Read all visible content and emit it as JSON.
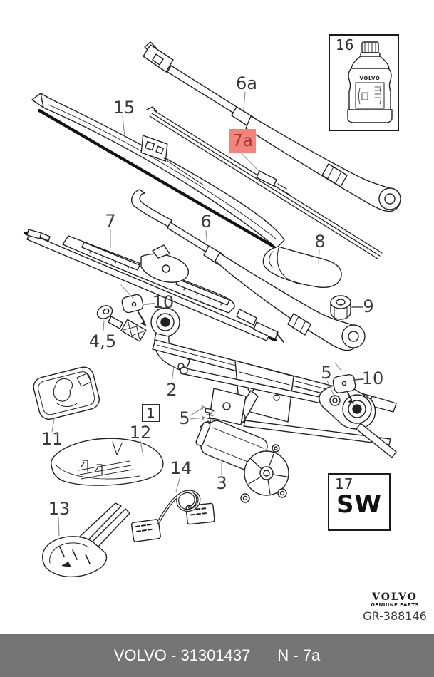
{
  "callouts": {
    "blade15": "15",
    "arm6a": "6a",
    "refill7a": "7a",
    "blade7": "7",
    "arm6": "6",
    "cover8": "8",
    "nut9": "9",
    "cap10_left": "10",
    "washer45": "4,5",
    "linkage2": "2",
    "ref1": "1",
    "screw5_left": "5",
    "cover11": "11",
    "panel12": "12",
    "cap13": "13",
    "harness14": "14",
    "motor3": "3",
    "screw5_right": "5",
    "cap10_right": "10"
  },
  "kit_box": {
    "number": "16",
    "bottle_brand": "VOLVO"
  },
  "sw_box": {
    "number": "17",
    "code": "SW"
  },
  "branding": {
    "wordmark": "VOLVO",
    "tagline": "GENUINE PARTS",
    "doc_ref": "GR-388146"
  },
  "footer": {
    "part_text": "VOLVO - 31301437",
    "page_ref": "N - 7a"
  },
  "colors": {
    "highlight_bg": "#f4837d",
    "highlight_fg": "#9e3a31",
    "footer_bg": "#757575",
    "footer_fg": "#ffffff",
    "line_art": "#222222"
  }
}
